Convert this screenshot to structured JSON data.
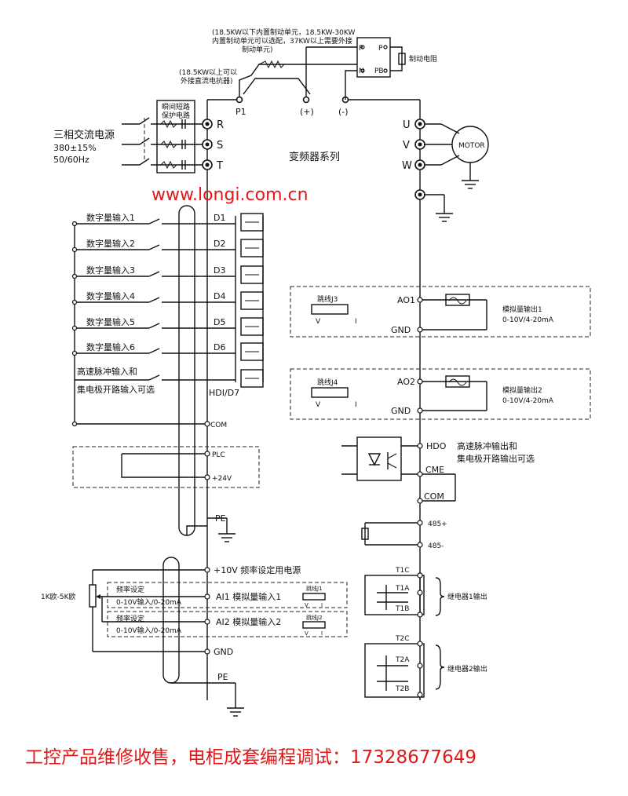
{
  "notes": {
    "brake_note_1": "(18.5KW以下内置制动单元，18.5KW-30KW",
    "brake_note_2": "内置制动单元可以选配，37KW以上需要外接",
    "brake_note_3": "制动单元)",
    "reactor_note_1": "(18.5KW以上可以",
    "reactor_note_2": "外接直流电抗器)"
  },
  "power": {
    "label_1": "三相交流电源",
    "label_2": "380±15%",
    "label_3": "50/60Hz",
    "protection_1": "瞬间短路",
    "protection_2": "保护电路"
  },
  "dc_bus": {
    "p1": "P1",
    "plus": "(+)",
    "minus": "(-)"
  },
  "brake_unit": {
    "p_left": "P",
    "p_right": "P",
    "n": "N",
    "pb": "PB",
    "resistor": "制动电阻"
  },
  "input_terms": {
    "r": "R",
    "s": "S",
    "t": "T"
  },
  "output_terms": {
    "u": "U",
    "v": "V",
    "w": "W"
  },
  "motor": "MOTOR",
  "series_label": "变频器系列",
  "website": "www.longi.com.cn",
  "digital_inputs": {
    "labels": [
      "数字量输入1",
      "数字量输入2",
      "数字量输入3",
      "数字量输入4",
      "数字量输入5",
      "数字量输入6"
    ],
    "terms": [
      "D1",
      "D2",
      "D3",
      "D4",
      "D5",
      "D6"
    ],
    "hdi_label_1": "高速脉冲输入和",
    "hdi_label_2": "集电极开路输入可选",
    "hdi_term": "HDI/D7",
    "com": "COM",
    "plc": "PLC",
    "v24": "+24V",
    "pe": "PE"
  },
  "analog_out": {
    "j3": "跳线J3",
    "j3_v": "V",
    "j3_i": "I",
    "ao1": "AO1",
    "gnd1": "GND",
    "ao1_label_1": "模拟量输出1",
    "ao1_label_2": "0-10V/4-20mA",
    "j4": "跳线J4",
    "j4_v": "V",
    "j4_i": "I",
    "ao2": "AO2",
    "gnd2": "GND",
    "ao2_label_1": "模拟量输出2",
    "ao2_label_2": "0-10V/4-20mA"
  },
  "hdo": {
    "term": "HDO",
    "label_1": "高速脉冲输出和",
    "label_2": "集电极开路输出可选",
    "cme": "CME",
    "com": "COM"
  },
  "rs485": {
    "plus": "485+",
    "minus": "485-"
  },
  "analog_in": {
    "v10": "+10V 频率设定用电源",
    "pot": "1K欧-5K欧",
    "freq_1": "频率设定",
    "range_1": "0-10V输入/0-20mA",
    "ai1": "AI1 模拟量输入1",
    "j1": "跳线J1",
    "j1_v": "V",
    "j1_i": "I",
    "freq_2": "频率设定",
    "range_2": "0-10V输入/0-20mA",
    "ai2": "AI2 模拟量输入2",
    "j2": "跳线J2",
    "j2_v": "V",
    "j2_i": "I",
    "gnd": "GND",
    "pe": "PE"
  },
  "relays": {
    "t1c": "T1C",
    "t1a": "T1A",
    "t1b": "T1B",
    "relay1": "继电器1输出",
    "t2c": "T2C",
    "t2a": "T2A",
    "t2b": "T2B",
    "relay2": "继电器2输出"
  },
  "footer": "工控产品维修收售，电柜成套编程调试：17328677649",
  "colors": {
    "red": "#e01818",
    "line": "#111111"
  }
}
